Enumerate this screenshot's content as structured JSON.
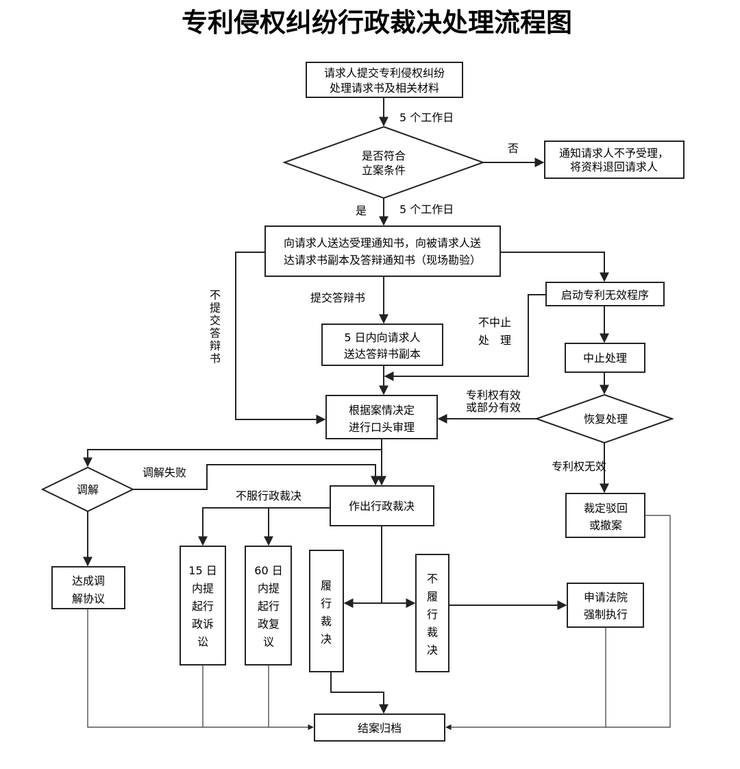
{
  "title": "专利侵权纠纷行政裁决处理流程图",
  "nodes": {
    "submit": [
      "请求人提交专利侵权纠纷",
      "处理请求书及相关材料"
    ],
    "check": [
      "是否符合",
      "立案条件"
    ],
    "reject": [
      "通知请求人不予受理，",
      "将资料退回请求人"
    ],
    "deliver": [
      "向请求人送达受理通知书，向被请求人送",
      "达请求书副本及答辩通知书（现场勘验）"
    ],
    "invalid_start": [
      "启动专利无效程序"
    ],
    "forward_defense": [
      "5 日内向请求人",
      "送达答辩书副本"
    ],
    "suspend": [
      "中止处理"
    ],
    "oral_hearing": [
      "根据案情决定",
      "进行口头审理"
    ],
    "resume": [
      "恢复处理"
    ],
    "mediate": [
      "调解"
    ],
    "decision": [
      "作出行政裁决"
    ],
    "dismiss": [
      "裁定驳回",
      "或撤案"
    ],
    "agreement": [
      "达成调",
      "解协议"
    ],
    "litigation": [
      "15 日",
      "内提",
      "起行",
      "政诉",
      "讼"
    ],
    "review": [
      "60 日",
      "内提",
      "起行",
      "政复",
      "议"
    ],
    "perform": [
      "履",
      "行",
      "裁",
      "决"
    ],
    "not_perform": [
      "不",
      "履",
      "行",
      "裁",
      "决"
    ],
    "enforce": [
      "申请法院",
      "强制执行"
    ],
    "archive": [
      "结案归档"
    ]
  },
  "labels": {
    "days1": "5 个工作日",
    "no": "否",
    "yes": "是",
    "days2": "5 个工作日",
    "submit_defense": "提交答辩书",
    "no_defense": "不提交答辩书",
    "no_suspend": [
      "不中止",
      "处　理"
    ],
    "patent_valid": [
      "专利权有效",
      "或部分有效"
    ],
    "patent_invalid": "专利权无效",
    "mediation_fail": "调解失败",
    "not_accept": "不服行政裁决"
  }
}
